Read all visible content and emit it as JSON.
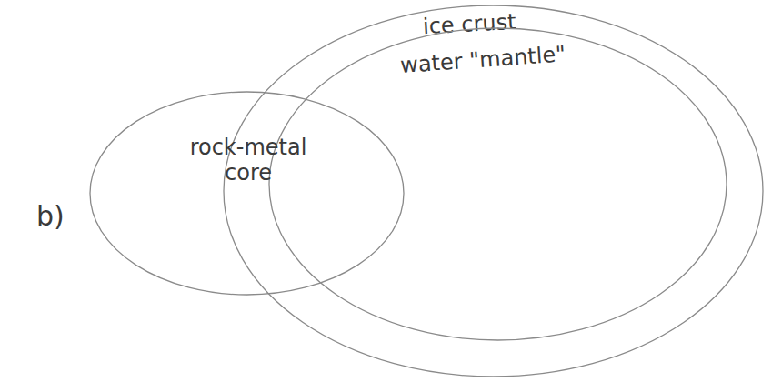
{
  "diagram": {
    "nodes": [
      {
        "text": [
          "ice crust"
        ]
      },
      {
        "text": [
          "water \"mantle\""
        ],
        "in": 0
      },
      {
        "text": [
          "rock-metal core"
        ],
        "in": 1
      }
    ],
    "labels": [
      "b)"
    ]
  }
}
